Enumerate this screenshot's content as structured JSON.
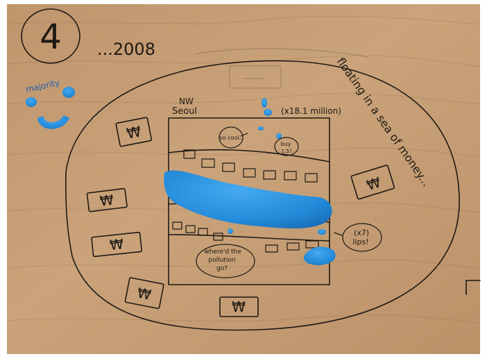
{
  "scene": {
    "number": "4",
    "year_text": "...2008",
    "majority_label": "majority",
    "place_line1": "NW",
    "place_line2": "Seoul",
    "population_note": "(x18.1 million)",
    "floating_text": "floating in a sea of money...",
    "bubble_so_cool": "so cool..",
    "bubble_buy_line1": "buy",
    "bubble_buy_line2": "1.5?",
    "bubble_pollution_line1": "where'd the",
    "bubble_pollution_line2": "pollution",
    "bubble_pollution_line3": "go?",
    "bubble_lips_line1": "(x7)",
    "bubble_lips_line2": "lips!",
    "won_symbol": "₩"
  },
  "colors": {
    "table_wood": "#c79f74",
    "ink": "#1d1914",
    "playdough_blue": "#2a8fe0"
  }
}
